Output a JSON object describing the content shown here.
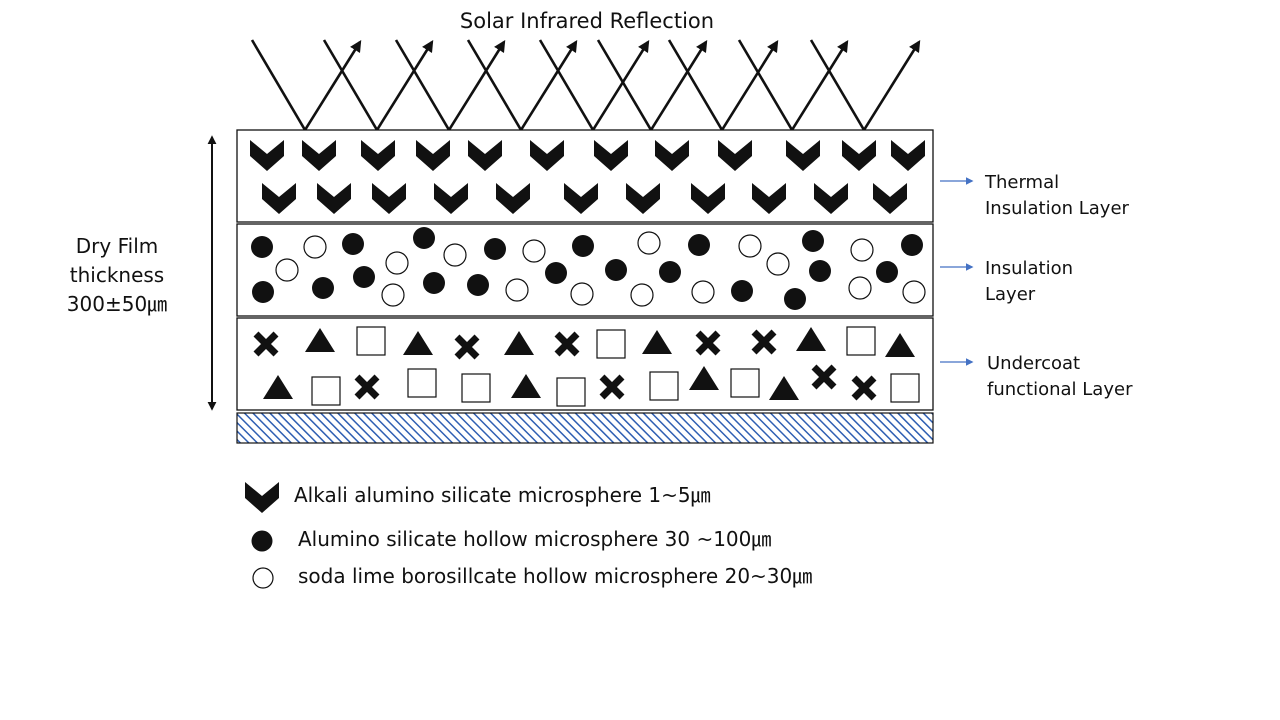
{
  "title": "Solar Infrared Reflection",
  "thickness_label": {
    "line1": "Dry Film",
    "line2": "thickness",
    "line3": "300±50㎛"
  },
  "layers": [
    {
      "line1": "Thermal",
      "line2": "Insulation Layer"
    },
    {
      "line1": "Insulation",
      "line2": "Layer"
    },
    {
      "line1": "Undercoat",
      "line2": "functional Layer"
    }
  ],
  "legend": [
    {
      "icon": "chevron-icon",
      "label": "Alkali alumino silicate microsphere 1~5㎛"
    },
    {
      "icon": "filled-circle-icon",
      "label": "Alumino silicate hollow microsphere 30 ~100㎛"
    },
    {
      "icon": "open-circle-icon",
      "label": "soda lime borosillcate hollow microsphere 20~30㎛"
    }
  ],
  "colors": {
    "ink": "#111111",
    "pointer_arrow": "#4472c4",
    "substrate_hatch": "#2f5fb3"
  }
}
